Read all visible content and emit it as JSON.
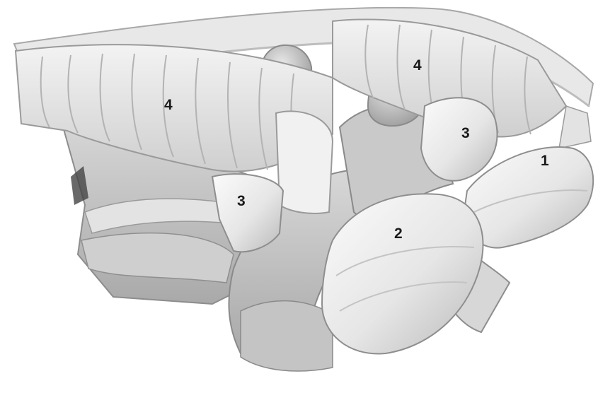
{
  "diagram": {
    "subject": "vehicle-airbag-system-illustration",
    "callouts": [
      {
        "id": "callout-1",
        "label": "1"
      },
      {
        "id": "callout-2",
        "label": "2"
      },
      {
        "id": "callout-3a",
        "label": "3"
      },
      {
        "id": "callout-3b",
        "label": "3"
      },
      {
        "id": "callout-4a",
        "label": "4"
      },
      {
        "id": "callout-4b",
        "label": "4"
      }
    ],
    "colors": {
      "background": "#ffffff",
      "airbag_light": "#efefef",
      "airbag_mid": "#d6d6d6",
      "interior_dark": "#9a9a9a",
      "label": "#1a1a1a"
    }
  }
}
